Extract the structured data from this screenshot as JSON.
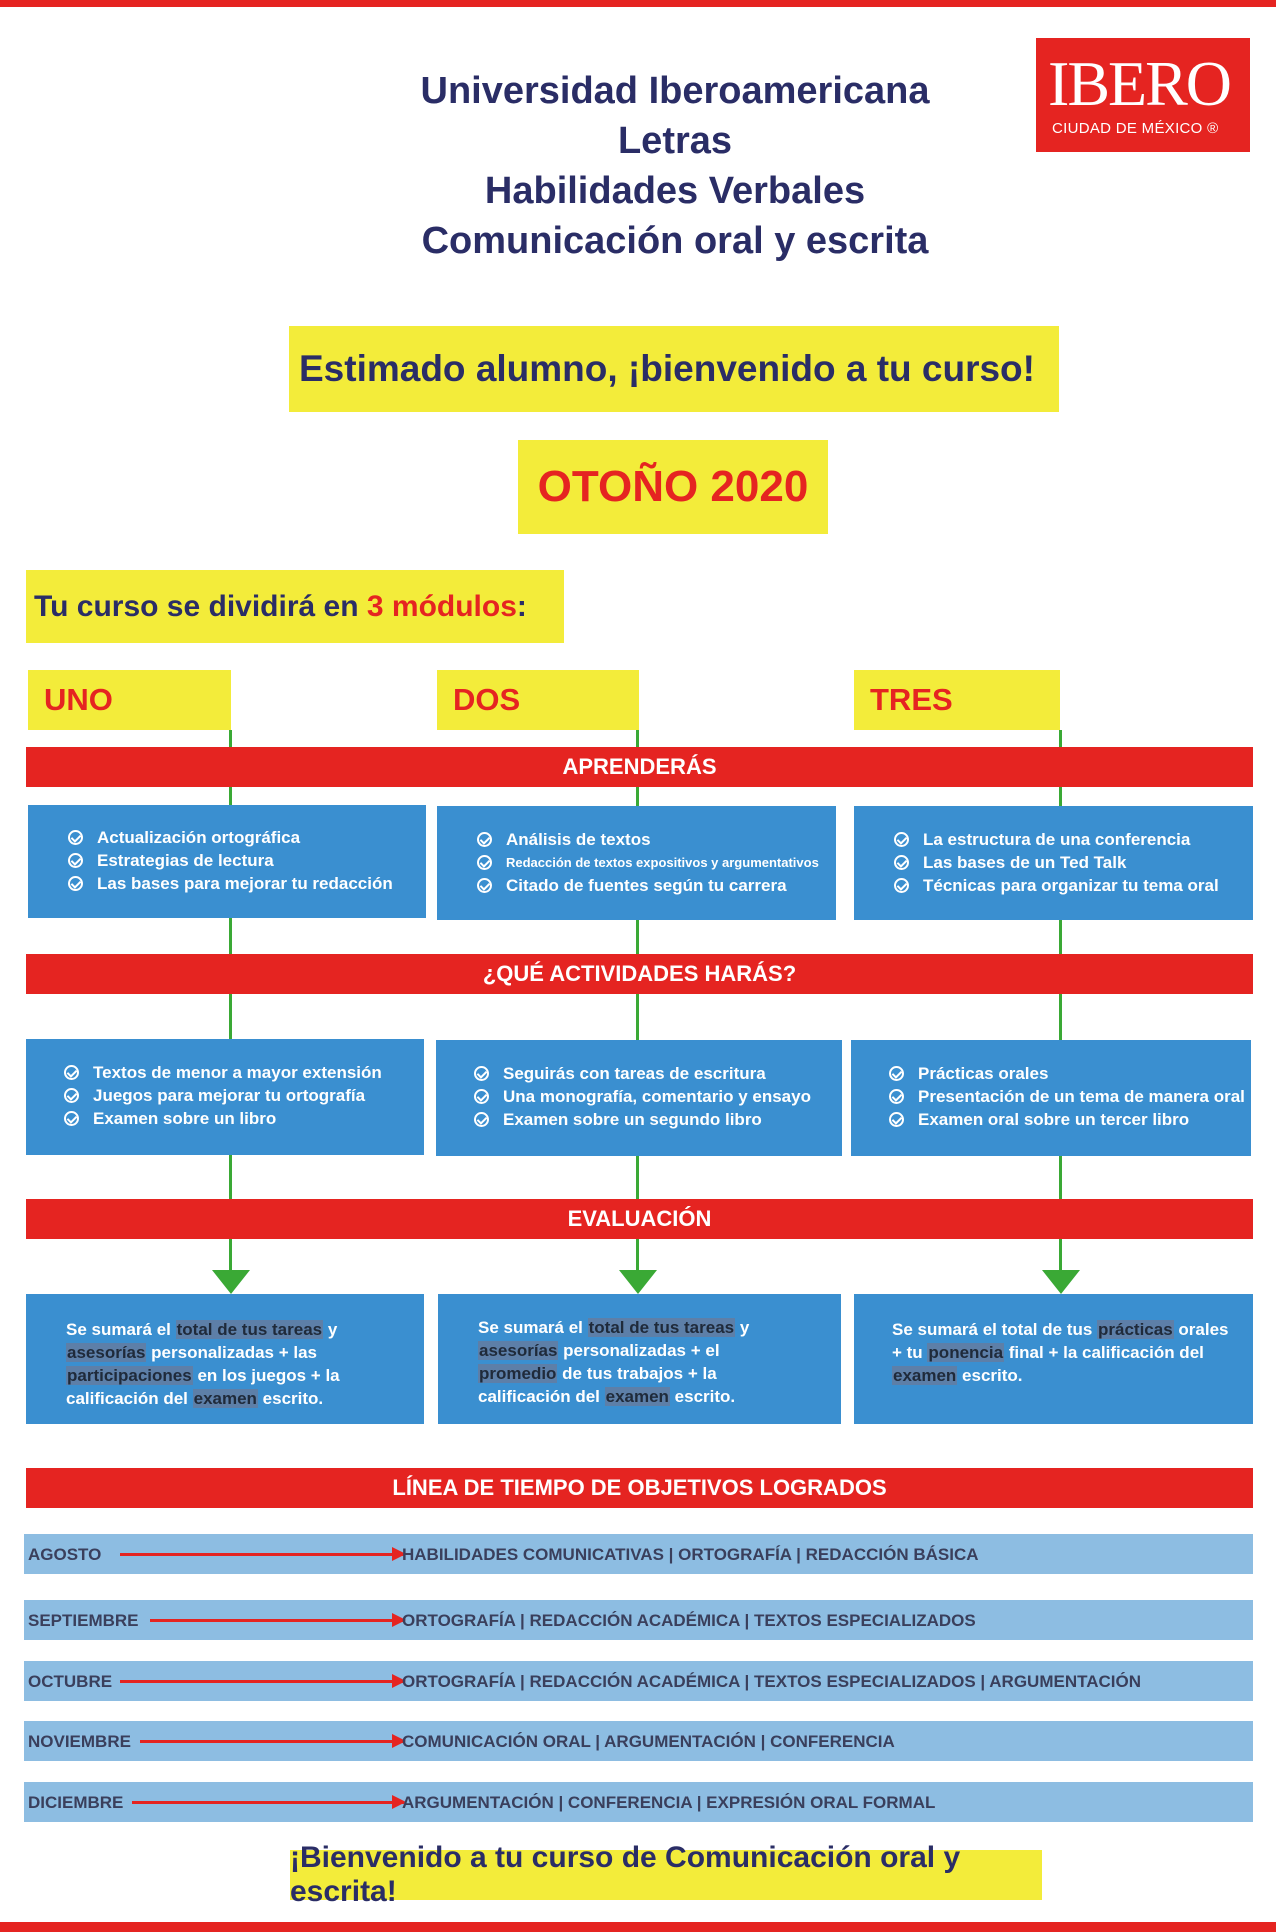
{
  "header": {
    "lines": [
      "Universidad Iberoamericana",
      "Letras",
      "Habilidades Verbales",
      "Comunicación oral y escrita"
    ]
  },
  "logo": {
    "name": "IBERO",
    "subtitle": "CIUDAD DE MÉXICO ®"
  },
  "welcome": "Estimado alumno, ¡bienvenido a tu curso!",
  "season": "OTOÑO 2020",
  "modules_intro": {
    "prefix": "Tu curso se dividirá en ",
    "highlight": "3 módulos",
    "suffix": ":"
  },
  "modules": [
    {
      "label": "UNO",
      "learn": [
        "Actualización ortográfica",
        "Estrategias de lectura",
        "Las bases para mejorar tu redacción"
      ],
      "activities": [
        "Textos de menor a mayor extensión",
        "Juegos para mejorar tu ortografía",
        "Examen sobre un libro"
      ],
      "evaluation": [
        {
          "t": "Se sumará el ",
          "h": false
        },
        {
          "t": "total de tus tareas",
          "h": true
        },
        {
          "t": " y ",
          "h": false
        },
        {
          "t": "asesorías",
          "h": true
        },
        {
          "t": " personalizadas + las ",
          "h": false
        },
        {
          "t": "participaciones",
          "h": true
        },
        {
          "t": " en los juegos + la calificación del ",
          "h": false
        },
        {
          "t": "examen",
          "h": true
        },
        {
          "t": " escrito.",
          "h": false
        }
      ]
    },
    {
      "label": "DOS",
      "learn": [
        "Análisis de textos",
        "Redacción de textos expositivos y argumentativos",
        "Citado de fuentes según tu carrera"
      ],
      "activities": [
        "Seguirás con tareas de escritura",
        "Una monografía, comentario y ensayo",
        "Examen sobre un segundo libro"
      ],
      "evaluation": [
        {
          "t": "Se sumará el ",
          "h": false
        },
        {
          "t": "total de tus tareas",
          "h": true
        },
        {
          "t": " y ",
          "h": false
        },
        {
          "t": "asesorías",
          "h": true
        },
        {
          "t": " personalizadas + el ",
          "h": false
        },
        {
          "t": "promedio",
          "h": true
        },
        {
          "t": " de tus trabajos + la calificación del ",
          "h": false
        },
        {
          "t": "examen",
          "h": true
        },
        {
          "t": " escrito.",
          "h": false
        }
      ]
    },
    {
      "label": "TRES",
      "learn": [
        "La estructura de una conferencia",
        "Las bases de un Ted Talk",
        "Técnicas para organizar tu tema oral"
      ],
      "activities": [
        "Prácticas orales",
        "Presentación de un tema de manera oral",
        "Examen oral sobre un tercer libro"
      ],
      "evaluation": [
        {
          "t": "Se sumará el total de tus ",
          "h": false
        },
        {
          "t": "prácticas",
          "h": true
        },
        {
          "t": " orales + tu ",
          "h": false
        },
        {
          "t": "ponencia",
          "h": true
        },
        {
          "t": " final + la calificación del ",
          "h": false
        },
        {
          "t": "examen",
          "h": true
        },
        {
          "t": " escrito.",
          "h": false
        }
      ]
    }
  ],
  "sections": {
    "learn": "APRENDERÁS",
    "activities": "¿QUÉ ACTIVIDADES HARÁS?",
    "evaluation": "EVALUACIÓN",
    "timeline": "LÍNEA DE TIEMPO DE OBJETIVOS LOGRADOS"
  },
  "timeline": [
    {
      "month": "AGOSTO",
      "goals": "HABILIDADES COMUNICATIVAS | ORTOGRAFÍA | REDACCIÓN BÁSICA"
    },
    {
      "month": "SEPTIEMBRE",
      "goals": "ORTOGRAFÍA | REDACCIÓN ACADÉMICA | TEXTOS ESPECIALIZADOS"
    },
    {
      "month": "OCTUBRE",
      "goals": "ORTOGRAFÍA | REDACCIÓN ACADÉMICA | TEXTOS ESPECIALIZADOS | ARGUMENTACIÓN"
    },
    {
      "month": "NOVIEMBRE",
      "goals": "COMUNICACIÓN ORAL | ARGUMENTACIÓN | CONFERENCIA"
    },
    {
      "month": "DICIEMBRE",
      "goals": "ARGUMENTACIÓN | CONFERENCIA | EXPRESIÓN ORAL FORMAL"
    }
  ],
  "closing": "¡Bienvenido a tu curso de Comunicación oral y escrita!",
  "colors": {
    "red": "#e52421",
    "yellow": "#f3ec3a",
    "navy": "#2a2d66",
    "blue": "#3a8fd0",
    "lightblue": "#8dbde2",
    "green": "#3aa935"
  }
}
